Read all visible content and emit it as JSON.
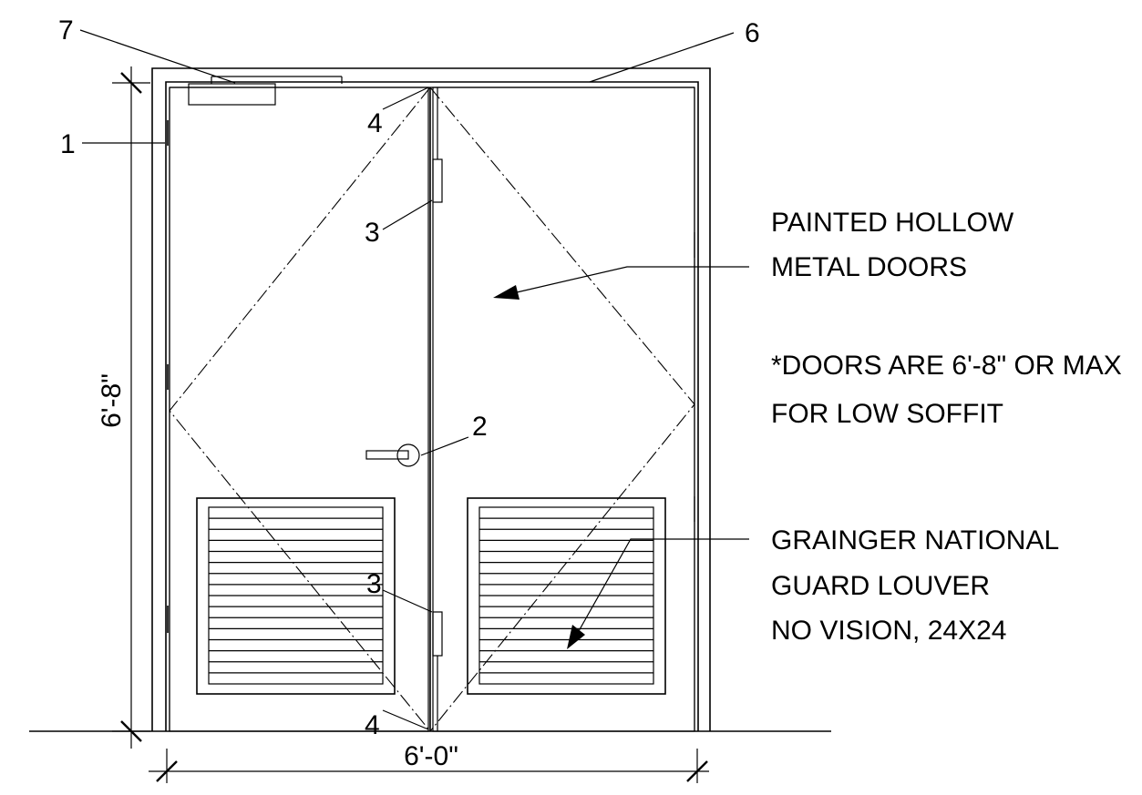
{
  "callouts": {
    "c1": "1",
    "c2": "2",
    "c3_upper": "3",
    "c3_lower": "3",
    "c4_upper": "4",
    "c4_lower": "4",
    "c6": "6",
    "c7": "7"
  },
  "notes": {
    "doors": [
      "PAINTED HOLLOW",
      "METAL DOORS"
    ],
    "height": [
      "*DOORS ARE 6'-8\" OR MAX",
      "FOR LOW SOFFIT"
    ],
    "louver": [
      "GRAINGER NATIONAL",
      "GUARD LOUVER",
      "NO VISION, 24X24"
    ]
  },
  "dimensions": {
    "height": "6'-8\"",
    "width": "6'-0\""
  },
  "louver": {
    "slat_count": 16
  }
}
